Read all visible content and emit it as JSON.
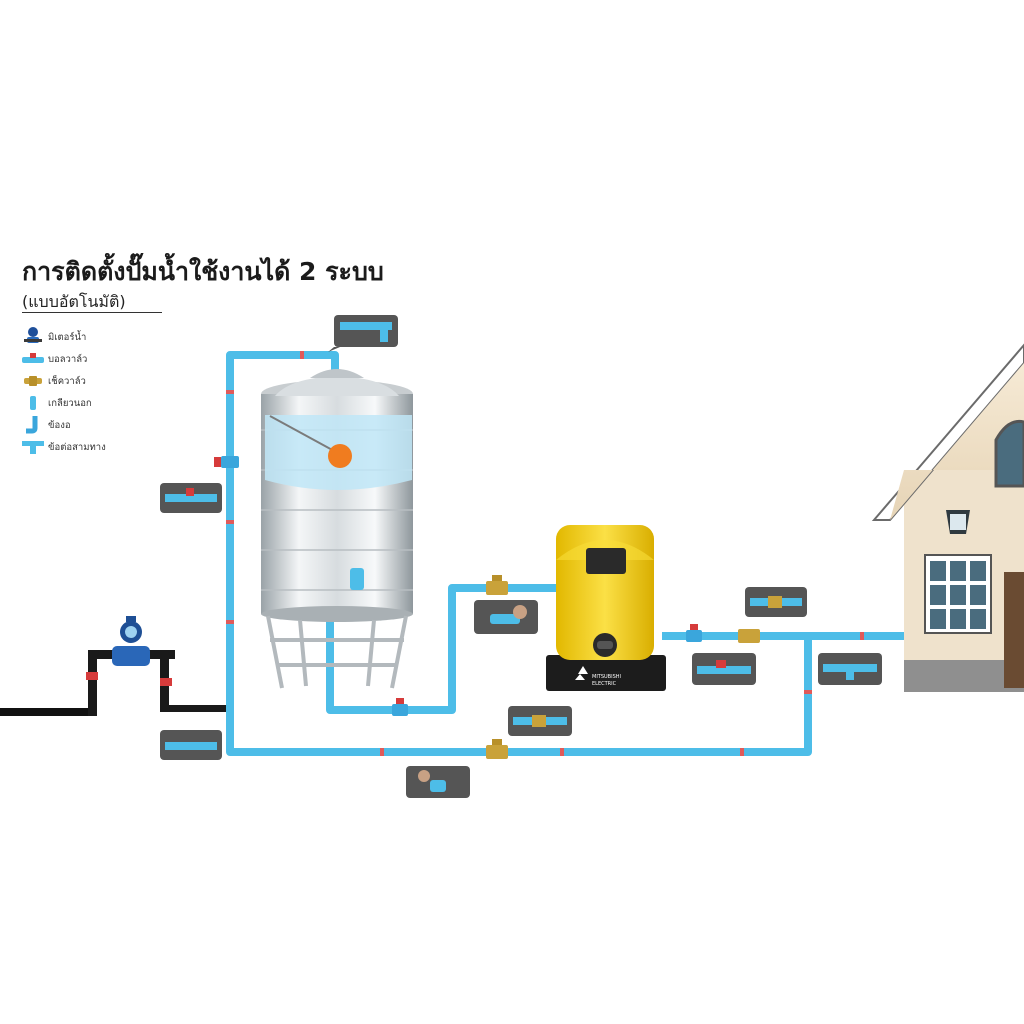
{
  "header": {
    "title": "การติดตั้งปั๊มน้ำใช้งานได้ 2 ระบบ",
    "subtitle": "(แบบอัตโนมัติ)"
  },
  "legend": {
    "items": [
      {
        "label": "มิเตอร์น้ำ",
        "icon": "water-meter-icon"
      },
      {
        "label": "บอลวาล์ว",
        "icon": "ball-valve-icon"
      },
      {
        "label": "เช็ควาล์ว",
        "icon": "check-valve-icon"
      },
      {
        "label": "เกลียวนอก",
        "icon": "male-thread-icon"
      },
      {
        "label": "ข้องอ",
        "icon": "elbow-icon"
      },
      {
        "label": "ข้อต่อสามทาง",
        "icon": "tee-icon"
      }
    ]
  },
  "pump": {
    "brand_line1": "MITSUBISHI",
    "brand_line2": "ELECTRIC"
  },
  "colors": {
    "pipe": "#4dbde8",
    "pipe_dark": "#2a8fc2",
    "joint": "#e05a5a",
    "pump_yellow": "#f7d21c",
    "house_wall": "#efe2cc",
    "house_trim": "#ffffff",
    "window": "#4a6c7e"
  }
}
